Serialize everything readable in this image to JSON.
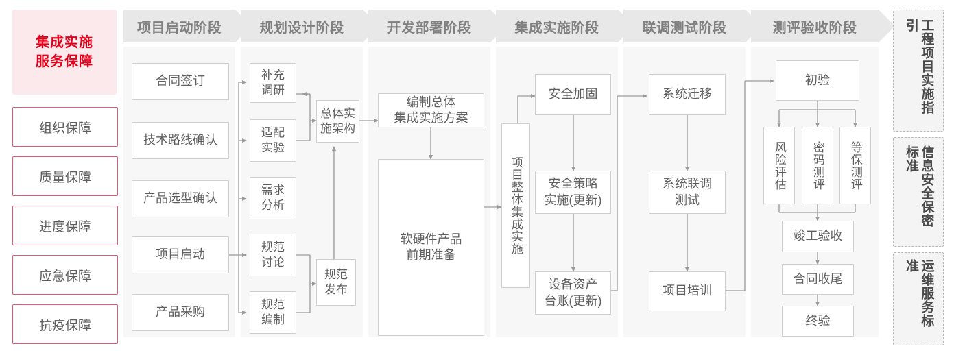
{
  "left_column": {
    "title": "集成实施\n服务保障",
    "title_color": "#e3001b",
    "items": [
      {
        "label": "组织保障"
      },
      {
        "label": "质量保障"
      },
      {
        "label": "进度保障"
      },
      {
        "label": "应急保障"
      },
      {
        "label": "抗疫保障"
      }
    ]
  },
  "phases": [
    {
      "header": "项目启动阶段",
      "nodes": [
        {
          "label": "合同签订"
        },
        {
          "label": "技术路线确认"
        },
        {
          "label": "产品选型确认"
        },
        {
          "label": "项目启动"
        },
        {
          "label": "产品采购"
        }
      ]
    },
    {
      "header": "规划设计阶段",
      "nodes": [
        {
          "label": "补充\n调研"
        },
        {
          "label": "适配\n实验"
        },
        {
          "label": "需求\n分析"
        },
        {
          "label": "规范\n讨论"
        },
        {
          "label": "规范\n编制"
        },
        {
          "label": "总体实\n施架构"
        },
        {
          "label": "规范\n发布"
        }
      ]
    },
    {
      "header": "开发部署阶段",
      "nodes": [
        {
          "label": "编制总体\n集成实施方案"
        },
        {
          "label": "软硬件产品\n前期准备"
        }
      ]
    },
    {
      "header": "集成实施阶段",
      "nodes": [
        {
          "label": "项目整体集成实施"
        },
        {
          "label": "安全加固"
        },
        {
          "label": "安全策略\n实施(更新)"
        },
        {
          "label": "设备资产\n台账(更新)"
        }
      ]
    },
    {
      "header": "联调测试阶段",
      "nodes": [
        {
          "label": "系统迁移"
        },
        {
          "label": "系统联调\n测试"
        },
        {
          "label": "项目培训"
        }
      ]
    },
    {
      "header": "测评验收阶段",
      "nodes": [
        {
          "label": "初验"
        },
        {
          "label": "风险评估"
        },
        {
          "label": "密码测评"
        },
        {
          "label": "等保测评"
        },
        {
          "label": "竣工验收"
        },
        {
          "label": "合同收尾"
        },
        {
          "label": "终验"
        }
      ]
    }
  ],
  "right_column": {
    "items": [
      {
        "label": "工程项目实施指引"
      },
      {
        "label": "信息安全保密标准"
      },
      {
        "label": "运维服务标准"
      }
    ]
  },
  "colors": {
    "accent_red": "#e3001b",
    "accent_pink_bg": "#fbe9ec",
    "accent_border": "#e7566e",
    "column_bg": "#f7f7f7",
    "header_bg": "#e8e8e8",
    "header_text": "#808080",
    "node_border": "#cfcfcf",
    "node_text": "#5f5f5f",
    "wire": "#9a9a9a",
    "dashed_border": "#b8b8b8"
  }
}
